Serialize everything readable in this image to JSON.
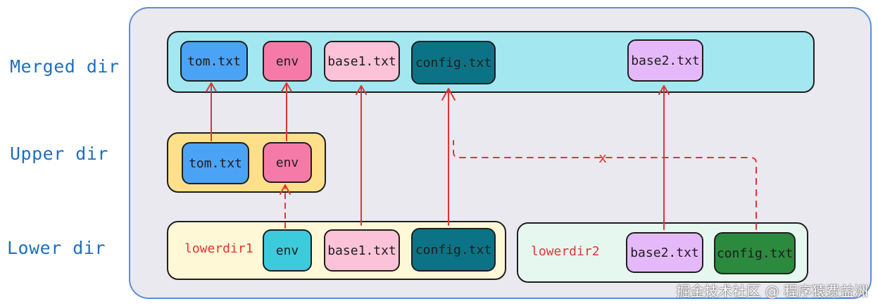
{
  "labels": {
    "merged": "Merged dir",
    "upper": "Upper dir",
    "lower": "Lower dir"
  },
  "merged": {
    "tom": "tom.txt",
    "env": "env",
    "base1": "base1.txt",
    "config": "config.txt",
    "base2": "base2.txt"
  },
  "upper": {
    "tom": "tom.txt",
    "env": "env"
  },
  "lowerdir1": {
    "name": "lowerdir1",
    "env": "env",
    "base1": "base1.txt",
    "config": "config.txt"
  },
  "lowerdir2": {
    "name": "lowerdir2",
    "base2": "base2.txt",
    "config": "config.txt"
  },
  "blocked_marker": "x",
  "watermark": "掘金技术社区 @ 程序猿费益洲",
  "colors": {
    "frame_bg": "#e9e9ef",
    "frame_border": "#5b8fd6",
    "merged_panel": "#a3e8f0",
    "upper_panel": "#ffe08a",
    "lowerdir1_panel": "#fff8d6",
    "lowerdir2_panel": "#e6f7ef",
    "tom": "#4ba3f5",
    "env_pink": "#f67aa7",
    "env_cyan": "#3ccbdc",
    "base1": "#fcc2d7",
    "config_teal": "#0c7386",
    "config_green": "#2b8a3e",
    "base2": "#e5b9f9",
    "arrow": "#e03535",
    "label_text": "#1f6fc0"
  }
}
